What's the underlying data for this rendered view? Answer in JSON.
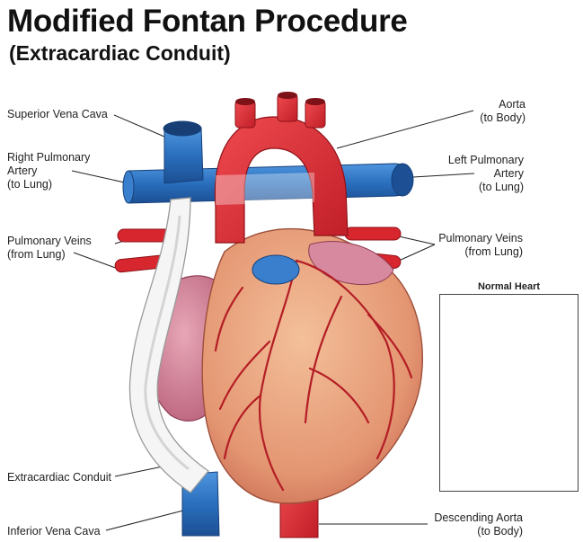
{
  "header": {
    "title": "Modified Fontan Procedure",
    "subtitle": "(Extracardiac Conduit)"
  },
  "labels": {
    "svc": "Superior Vena Cava",
    "rpa_1": "Right Pulmonary",
    "rpa_2": "Artery",
    "rpa_3": "(to Lung)",
    "pv_left_1": "Pulmonary Veins",
    "pv_left_2": "(from Lung)",
    "conduit": "Extracardiac Conduit",
    "ivc": "Inferior Vena Cava",
    "aorta_1": "Aorta",
    "aorta_2": "(to Body)",
    "lpa_1": "Left Pulmonary",
    "lpa_2": "Artery",
    "lpa_3": "(to Lung)",
    "pv_right_1": "Pulmonary Veins",
    "pv_right_2": "(from Lung)",
    "desc_aorta_1": "Descending Aorta",
    "desc_aorta_2": "(to Body)"
  },
  "inset": {
    "title": "Normal Heart"
  },
  "colors": {
    "artery_red": "#d8262e",
    "vein_blue": "#2a6fbd",
    "heart_muscle": "#e9a07c",
    "atrium_pink": "#d98aa0",
    "conduit_white": "#f2f2f2"
  }
}
